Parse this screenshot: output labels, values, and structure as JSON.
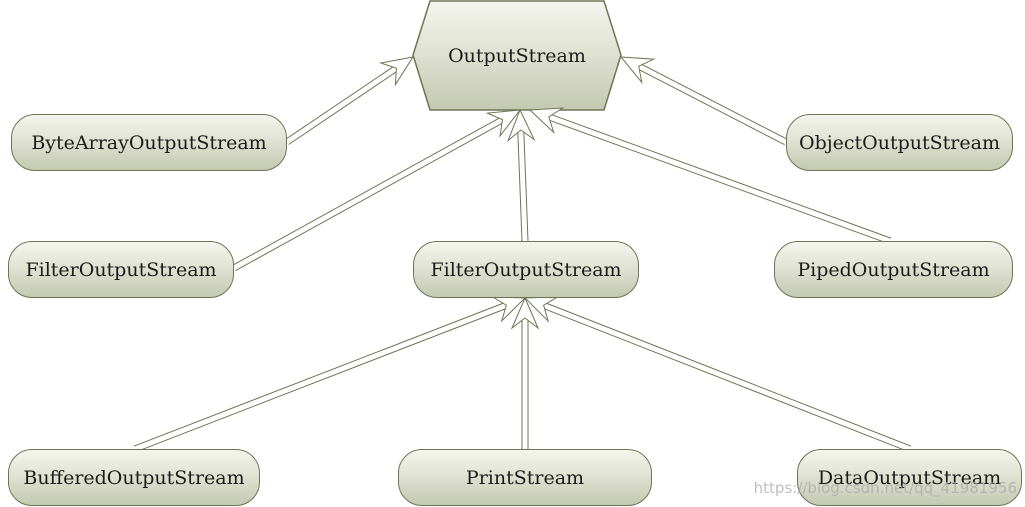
{
  "colors": {
    "stroke": "#6b7754",
    "fill_top": "#f4f5ee",
    "fill_bottom": "#c4c9b1",
    "text": "#1c1c1c"
  },
  "nodes": {
    "output_stream": "OutputStream",
    "byte_array_output_stream": "ByteArrayOutputStream",
    "object_output_stream": "ObjectOutputStream",
    "filter_output_stream_left": "FilterOutputStream",
    "filter_output_stream_center": "FilterOutputStream",
    "piped_output_stream": "PipedOutputStream",
    "buffered_output_stream": "BufferedOutputStream",
    "print_stream": "PrintStream",
    "data_output_stream": "DataOutputStream"
  },
  "edges": [
    {
      "from": "byte_array_output_stream",
      "to": "output_stream"
    },
    {
      "from": "object_output_stream",
      "to": "output_stream"
    },
    {
      "from": "filter_output_stream_left",
      "to": "output_stream"
    },
    {
      "from": "filter_output_stream_center",
      "to": "output_stream"
    },
    {
      "from": "piped_output_stream",
      "to": "output_stream"
    },
    {
      "from": "buffered_output_stream",
      "to": "filter_output_stream_center"
    },
    {
      "from": "print_stream",
      "to": "filter_output_stream_center"
    },
    {
      "from": "data_output_stream",
      "to": "filter_output_stream_center"
    }
  ],
  "watermark": "https://blog.csdn.net/qq_41981956"
}
